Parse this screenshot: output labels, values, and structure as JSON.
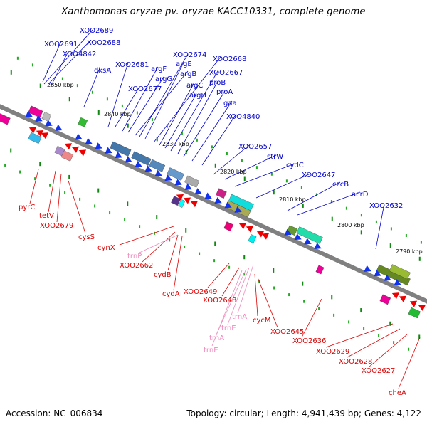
{
  "title": "Xanthomonas oryzae pv. oryzae KACC10331, complete genome",
  "footer": {
    "accession": "Accession: NC_006834",
    "topology": "Topology: circular; Length: 4,941,439 bp; Genes: 4,122"
  },
  "colors": {
    "backbone": "#808080",
    "forward_label": "#0000cc",
    "reverse_label": "#dd0000",
    "trna_label": "#ee88bb",
    "tick": "#118811"
  },
  "ticks": [
    "2850 kbp",
    "2840 kbp",
    "2830 kbp",
    "2820 kbp",
    "2810 kbp",
    "2800 kbp",
    "2790 kbp"
  ],
  "forward_genes": [
    "XOO2691",
    "XOO2689",
    "XOO2688",
    "XOO4842",
    "dksA",
    "XOO2681",
    "argF",
    "argG",
    "argB",
    "XOO2677",
    "XOO2674",
    "argE",
    "XOO2668",
    "argC",
    "argH",
    "XOO2667",
    "proB",
    "proA",
    "gaa",
    "XOO4840",
    "XOO2657",
    "strW",
    "cydC",
    "XOO2647",
    "czcB",
    "acrD",
    "XOO2632"
  ],
  "reverse_genes": [
    "pyrC",
    "tetV",
    "XOO2679",
    "cysS",
    "cynX",
    "XOO2662",
    "cydB",
    "cydA",
    "XOO2649",
    "XOO2648",
    "cycM",
    "XOO2645",
    "XOO2636",
    "XOO2629",
    "XOO2628",
    "XOO2627",
    "cheA"
  ],
  "trna_genes": [
    "trnP",
    "trnA",
    "trnE",
    "trnA",
    "trnE"
  ]
}
